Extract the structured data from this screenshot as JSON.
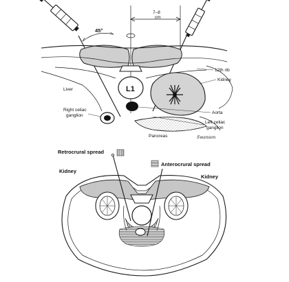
{
  "top_panel": {
    "angle_label": "45°",
    "distance_label_line1": "7–8",
    "distance_label_line2": "cm",
    "liver": "Liver",
    "vertebra": "L1",
    "rib": "12th rib",
    "kidney": "Kidney",
    "aorta": "Aorta",
    "right_ganglion_line1": "Right celiac",
    "right_ganglion_line2": "ganglion",
    "left_ganglion_line1": "Left celiac",
    "left_ganglion_line2": "ganglion",
    "pancreas": "Pancreas",
    "artist_signature": "Swanson"
  },
  "bottom_panel": {
    "retrocrural": "Retrocrural spread",
    "anterocrural": "Anterocrural spread",
    "kidney_left": "Kidney",
    "kidney_right": "Kidney"
  },
  "colors": {
    "ink": "#1a1a1a",
    "gray_fill": "#bdbdbd",
    "paper": "#ffffff"
  }
}
